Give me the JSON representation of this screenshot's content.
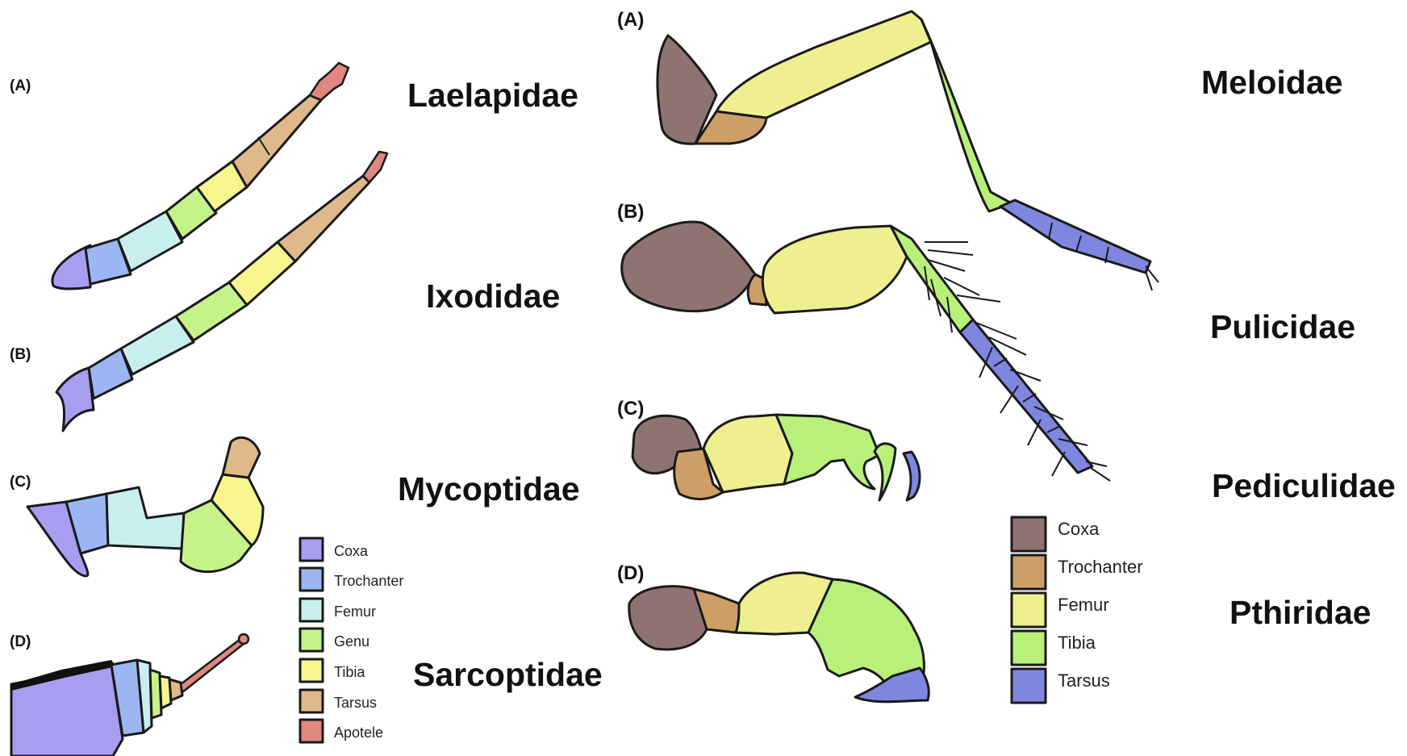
{
  "left": {
    "panels": [
      "(A)",
      "(B)",
      "(C)",
      "(D)"
    ],
    "families": [
      "Laelapidae",
      "Ixodidae",
      "Mycoptidae",
      "Sarcoptidae"
    ],
    "legend": [
      "Coxa",
      "Trochanter",
      "Femur",
      "Genu",
      "Tibia",
      "Tarsus",
      "Apotele"
    ],
    "colors": {
      "coxa": "#a79ef0",
      "trochanter": "#9bb6f3",
      "femur": "#c9eeee",
      "genu": "#c6f28a",
      "tibia": "#f7f58e",
      "tarsus": "#e0b98a",
      "apotele": "#e0877f"
    }
  },
  "right": {
    "panels": [
      "(A)",
      "(B)",
      "(C)",
      "(D)"
    ],
    "families": [
      "Meloidae",
      "Pulicidae",
      "Pediculidae",
      "Pthiridae"
    ],
    "legend": [
      "Coxa",
      "Trochanter",
      "Femur",
      "Tibia",
      "Tarsus"
    ],
    "colors": {
      "coxa": "#8f7372",
      "trochanter": "#cd9f66",
      "femur": "#eeef8e",
      "tibia": "#b8f07a",
      "tarsus": "#7f86e0"
    }
  }
}
